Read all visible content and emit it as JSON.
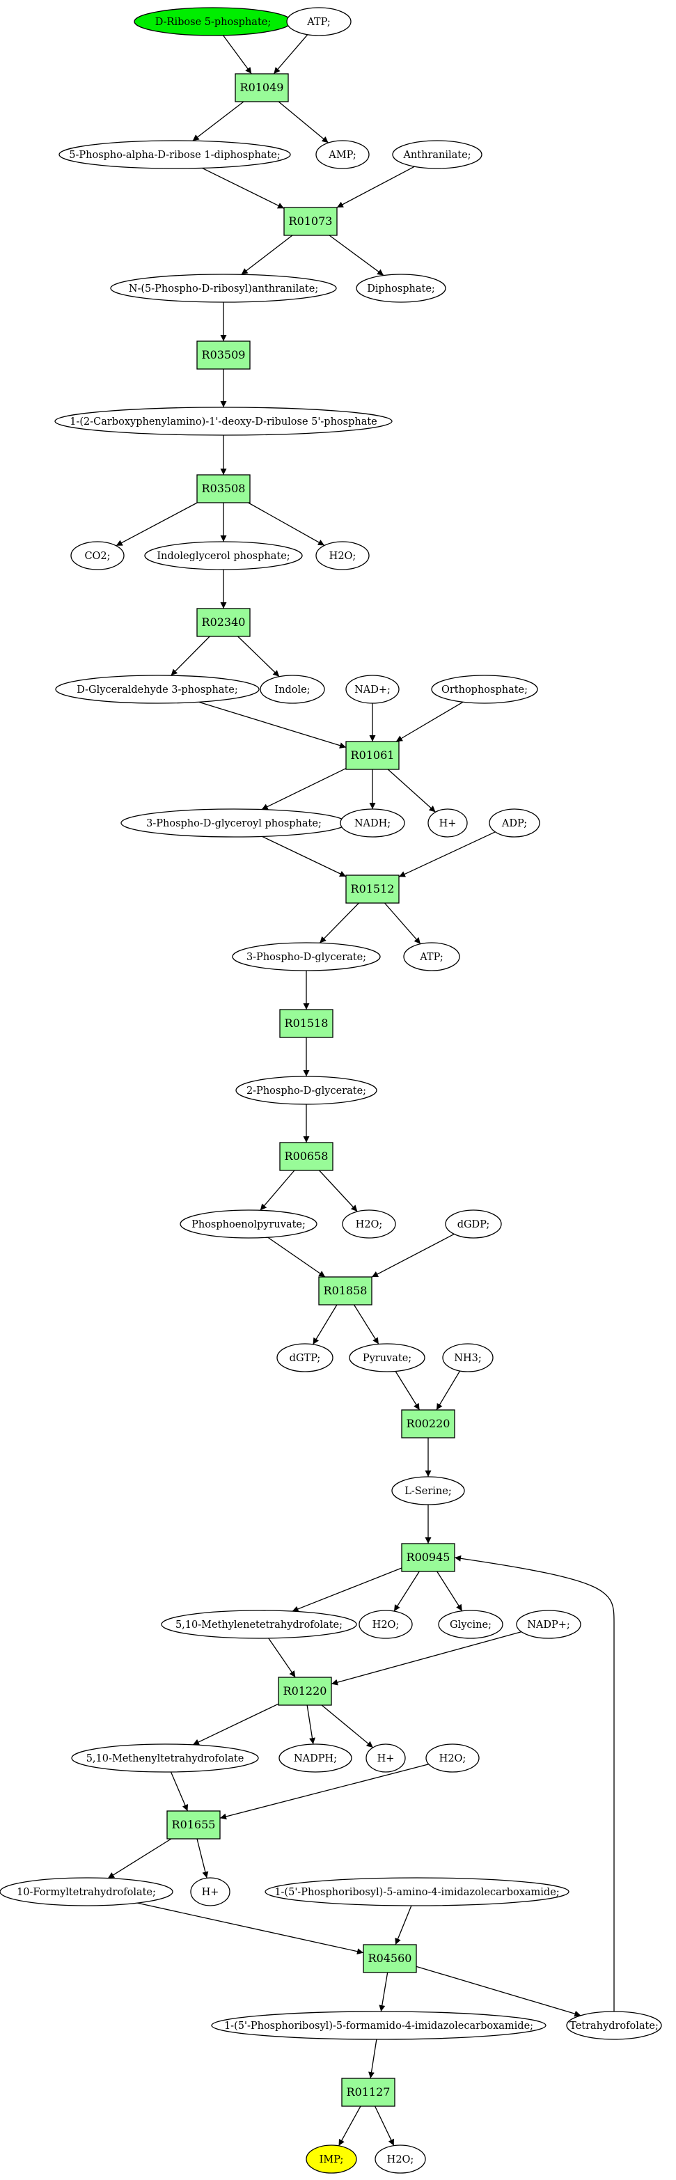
{
  "colors": {
    "reaction_fill": "#98fb98",
    "start_fill": "#00ee00",
    "end_fill": "#ffff00",
    "node_fill": "#ffffff",
    "stroke": "#000000"
  },
  "nodes": [
    {
      "id": "c_ribose5p",
      "kind": "compound",
      "role": "start",
      "label": "D-Ribose 5-phosphate;"
    },
    {
      "id": "c_atp1",
      "kind": "compound",
      "label": "ATP;"
    },
    {
      "id": "r_R01049",
      "kind": "reaction",
      "label": "R01049"
    },
    {
      "id": "c_prpp",
      "kind": "compound",
      "label": "5-Phospho-alpha-D-ribose 1-diphosphate;"
    },
    {
      "id": "c_amp",
      "kind": "compound",
      "label": "AMP;"
    },
    {
      "id": "c_anthranilate",
      "kind": "compound",
      "label": "Anthranilate;"
    },
    {
      "id": "r_R01073",
      "kind": "reaction",
      "label": "R01073"
    },
    {
      "id": "c_prant",
      "kind": "compound",
      "label": "N-(5-Phospho-D-ribosyl)anthranilate;"
    },
    {
      "id": "c_diphosphate",
      "kind": "compound",
      "label": "Diphosphate;"
    },
    {
      "id": "r_R03509",
      "kind": "reaction",
      "label": "R03509"
    },
    {
      "id": "c_cdrp",
      "kind": "compound",
      "label": "1-(2-Carboxyphenylamino)-1'-deoxy-D-ribulose 5'-phosphate"
    },
    {
      "id": "r_R03508",
      "kind": "reaction",
      "label": "R03508"
    },
    {
      "id": "c_co2",
      "kind": "compound",
      "label": "CO2;"
    },
    {
      "id": "c_igp",
      "kind": "compound",
      "label": "Indoleglycerol phosphate;"
    },
    {
      "id": "c_h2o1",
      "kind": "compound",
      "label": "H2O;"
    },
    {
      "id": "r_R02340",
      "kind": "reaction",
      "label": "R02340"
    },
    {
      "id": "c_g3p",
      "kind": "compound",
      "label": "D-Glyceraldehyde 3-phosphate;"
    },
    {
      "id": "c_indole",
      "kind": "compound",
      "label": "Indole;"
    },
    {
      "id": "c_nad",
      "kind": "compound",
      "label": "NAD+;"
    },
    {
      "id": "c_orthophosphate",
      "kind": "compound",
      "label": "Orthophosphate;"
    },
    {
      "id": "r_R01061",
      "kind": "reaction",
      "label": "R01061"
    },
    {
      "id": "c_bpg",
      "kind": "compound",
      "label": "3-Phospho-D-glyceroyl phosphate;"
    },
    {
      "id": "c_nadh",
      "kind": "compound",
      "label": "NADH;"
    },
    {
      "id": "c_h1",
      "kind": "compound",
      "label": "H+"
    },
    {
      "id": "c_adp",
      "kind": "compound",
      "label": "ADP;"
    },
    {
      "id": "r_R01512",
      "kind": "reaction",
      "label": "R01512"
    },
    {
      "id": "c_3pg",
      "kind": "compound",
      "label": "3-Phospho-D-glycerate;"
    },
    {
      "id": "c_atp2",
      "kind": "compound",
      "label": "ATP;"
    },
    {
      "id": "r_R01518",
      "kind": "reaction",
      "label": "R01518"
    },
    {
      "id": "c_2pg",
      "kind": "compound",
      "label": "2-Phospho-D-glycerate;"
    },
    {
      "id": "r_R00658",
      "kind": "reaction",
      "label": "R00658"
    },
    {
      "id": "c_pep",
      "kind": "compound",
      "label": "Phosphoenolpyruvate;"
    },
    {
      "id": "c_h2o2",
      "kind": "compound",
      "label": "H2O;"
    },
    {
      "id": "c_dgdp",
      "kind": "compound",
      "label": "dGDP;"
    },
    {
      "id": "r_R01858",
      "kind": "reaction",
      "label": "R01858"
    },
    {
      "id": "c_dgtp",
      "kind": "compound",
      "label": "dGTP;"
    },
    {
      "id": "c_pyruvate",
      "kind": "compound",
      "label": "Pyruvate;"
    },
    {
      "id": "c_nh3",
      "kind": "compound",
      "label": "NH3;"
    },
    {
      "id": "r_R00220",
      "kind": "reaction",
      "label": "R00220"
    },
    {
      "id": "c_serine",
      "kind": "compound",
      "label": "L-Serine;"
    },
    {
      "id": "r_R00945",
      "kind": "reaction",
      "label": "R00945"
    },
    {
      "id": "c_methylene",
      "kind": "compound",
      "label": "5,10-Methylenetetrahydrofolate;"
    },
    {
      "id": "c_h2o3",
      "kind": "compound",
      "label": "H2O;"
    },
    {
      "id": "c_glycine",
      "kind": "compound",
      "label": "Glycine;"
    },
    {
      "id": "c_nadp",
      "kind": "compound",
      "label": "NADP+;"
    },
    {
      "id": "r_R01220",
      "kind": "reaction",
      "label": "R01220"
    },
    {
      "id": "c_methenyl",
      "kind": "compound",
      "label": "5,10-Methenyltetrahydrofolate"
    },
    {
      "id": "c_nadph",
      "kind": "compound",
      "label": "NADPH;"
    },
    {
      "id": "c_h2",
      "kind": "compound",
      "label": "H+"
    },
    {
      "id": "c_h2o4",
      "kind": "compound",
      "label": "H2O;"
    },
    {
      "id": "r_R01655",
      "kind": "reaction",
      "label": "R01655"
    },
    {
      "id": "c_formyl",
      "kind": "compound",
      "label": "10-Formyltetrahydrofolate;"
    },
    {
      "id": "c_h3",
      "kind": "compound",
      "label": "H+"
    },
    {
      "id": "c_aicar",
      "kind": "compound",
      "label": "1-(5'-Phosphoribosyl)-5-amino-4-imidazolecarboxamide;"
    },
    {
      "id": "r_R04560",
      "kind": "reaction",
      "label": "R04560"
    },
    {
      "id": "c_faicar",
      "kind": "compound",
      "label": "1-(5'-Phosphoribosyl)-5-formamido-4-imidazolecarboxamide;"
    },
    {
      "id": "c_thf",
      "kind": "compound",
      "label": "Tetrahydrofolate;"
    },
    {
      "id": "r_R01127",
      "kind": "reaction",
      "label": "R01127"
    },
    {
      "id": "c_imp",
      "kind": "compound",
      "role": "end",
      "label": "IMP;"
    },
    {
      "id": "c_h2o5",
      "kind": "compound",
      "label": "H2O;"
    }
  ],
  "edges": [
    {
      "from": "c_ribose5p",
      "to": "r_R01049"
    },
    {
      "from": "c_atp1",
      "to": "r_R01049"
    },
    {
      "from": "r_R01049",
      "to": "c_prpp"
    },
    {
      "from": "r_R01049",
      "to": "c_amp"
    },
    {
      "from": "c_prpp",
      "to": "r_R01073"
    },
    {
      "from": "c_anthranilate",
      "to": "r_R01073"
    },
    {
      "from": "r_R01073",
      "to": "c_prant"
    },
    {
      "from": "r_R01073",
      "to": "c_diphosphate"
    },
    {
      "from": "c_prant",
      "to": "r_R03509"
    },
    {
      "from": "r_R03509",
      "to": "c_cdrp"
    },
    {
      "from": "c_cdrp",
      "to": "r_R03508"
    },
    {
      "from": "r_R03508",
      "to": "c_co2"
    },
    {
      "from": "r_R03508",
      "to": "c_igp"
    },
    {
      "from": "r_R03508",
      "to": "c_h2o1"
    },
    {
      "from": "c_igp",
      "to": "r_R02340"
    },
    {
      "from": "r_R02340",
      "to": "c_g3p"
    },
    {
      "from": "r_R02340",
      "to": "c_indole"
    },
    {
      "from": "c_g3p",
      "to": "r_R01061"
    },
    {
      "from": "c_nad",
      "to": "r_R01061"
    },
    {
      "from": "c_orthophosphate",
      "to": "r_R01061"
    },
    {
      "from": "r_R01061",
      "to": "c_bpg"
    },
    {
      "from": "r_R01061",
      "to": "c_nadh"
    },
    {
      "from": "r_R01061",
      "to": "c_h1"
    },
    {
      "from": "c_bpg",
      "to": "r_R01512"
    },
    {
      "from": "c_adp",
      "to": "r_R01512"
    },
    {
      "from": "r_R01512",
      "to": "c_3pg"
    },
    {
      "from": "r_R01512",
      "to": "c_atp2"
    },
    {
      "from": "c_3pg",
      "to": "r_R01518"
    },
    {
      "from": "r_R01518",
      "to": "c_2pg"
    },
    {
      "from": "c_2pg",
      "to": "r_R00658"
    },
    {
      "from": "r_R00658",
      "to": "c_pep"
    },
    {
      "from": "r_R00658",
      "to": "c_h2o2"
    },
    {
      "from": "c_pep",
      "to": "r_R01858"
    },
    {
      "from": "c_dgdp",
      "to": "r_R01858"
    },
    {
      "from": "r_R01858",
      "to": "c_dgtp"
    },
    {
      "from": "r_R01858",
      "to": "c_pyruvate"
    },
    {
      "from": "c_pyruvate",
      "to": "r_R00220"
    },
    {
      "from": "c_nh3",
      "to": "r_R00220"
    },
    {
      "from": "r_R00220",
      "to": "c_serine"
    },
    {
      "from": "c_serine",
      "to": "r_R00945"
    },
    {
      "from": "c_thf",
      "to": "r_R00945",
      "curve": true
    },
    {
      "from": "r_R00945",
      "to": "c_methylene"
    },
    {
      "from": "r_R00945",
      "to": "c_h2o3"
    },
    {
      "from": "r_R00945",
      "to": "c_glycine"
    },
    {
      "from": "c_methylene",
      "to": "r_R01220"
    },
    {
      "from": "c_nadp",
      "to": "r_R01220"
    },
    {
      "from": "r_R01220",
      "to": "c_methenyl"
    },
    {
      "from": "r_R01220",
      "to": "c_nadph"
    },
    {
      "from": "r_R01220",
      "to": "c_h2"
    },
    {
      "from": "c_methenyl",
      "to": "r_R01655"
    },
    {
      "from": "c_h2o4",
      "to": "r_R01655"
    },
    {
      "from": "r_R01655",
      "to": "c_formyl"
    },
    {
      "from": "r_R01655",
      "to": "c_h3"
    },
    {
      "from": "c_formyl",
      "to": "r_R04560"
    },
    {
      "from": "c_aicar",
      "to": "r_R04560"
    },
    {
      "from": "r_R04560",
      "to": "c_faicar"
    },
    {
      "from": "r_R04560",
      "to": "c_thf"
    },
    {
      "from": "c_faicar",
      "to": "r_R01127"
    },
    {
      "from": "r_R01127",
      "to": "c_imp"
    },
    {
      "from": "r_R01127",
      "to": "c_h2o5"
    }
  ]
}
